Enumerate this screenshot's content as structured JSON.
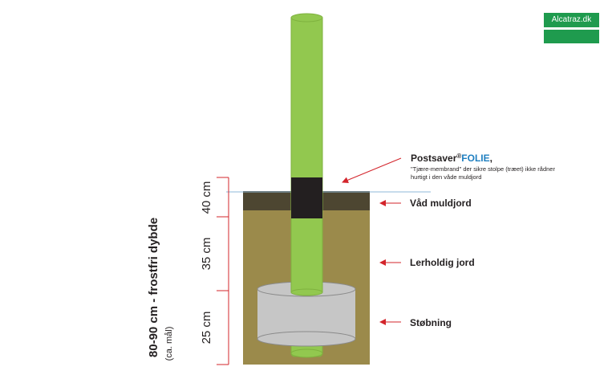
{
  "logo": {
    "text": "Alcatraz.dk"
  },
  "colors": {
    "post": "#92c84f",
    "post_stroke": "#7fb23f",
    "topsoil": "#4d4631",
    "clay": "#9b8a4b",
    "concrete": "#c6c6c6",
    "membrane": "#231f20",
    "arrow": "#d3242b",
    "dimension": "#d3242b",
    "brand": "#1f9b4e",
    "folie": "#1f7fc0",
    "ground_line": "#8fb8d8"
  },
  "callouts": {
    "postsaver_name": "Postsaver",
    "postsaver_reg": "®",
    "postsaver_product": "FOLIE",
    "postsaver_comma": ",",
    "postsaver_desc_1": "\"Tjære-membrand\" der sikre stolpe (træet) ikke rådner",
    "postsaver_desc_2": "hurtigt i den våde muldjord",
    "topsoil": "Våd muldjord",
    "clay": "Lerholdig jord",
    "concrete": "Støbning"
  },
  "dimensions": {
    "segment_1": "40 cm",
    "segment_2": "35 cm",
    "segment_3": "25 cm",
    "total": "80-90 cm - frostfri dybde",
    "note": "(ca. mål)"
  }
}
